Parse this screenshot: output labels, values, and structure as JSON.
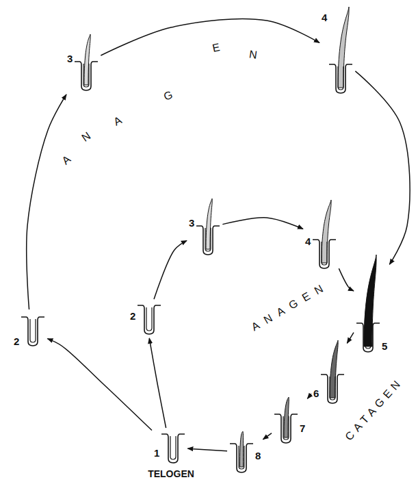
{
  "diagram": {
    "nodes": [
      {
        "text": [
          "3"
        ]
      },
      {
        "text": [
          "4"
        ]
      },
      {
        "text": [
          "3"
        ]
      },
      {
        "text": [
          "4"
        ]
      },
      {
        "text": [
          "2"
        ]
      },
      {
        "text": [
          "2"
        ]
      },
      {
        "text": [
          "5"
        ]
      },
      {
        "text": [
          "6"
        ]
      },
      {
        "text": [
          "7"
        ]
      },
      {
        "text": [
          "8"
        ]
      },
      {
        "text": [
          "1"
        ]
      }
    ],
    "edges": [
      {
        "from": 10,
        "to": 4,
        "arrow": "to"
      },
      {
        "from": 4,
        "to": 0,
        "arrow": "to"
      },
      {
        "from": 0,
        "to": 1,
        "arrow": "to"
      },
      {
        "from": 1,
        "to": 6,
        "arrow": "to"
      },
      {
        "from": 10,
        "to": 5,
        "arrow": "to"
      },
      {
        "from": 5,
        "to": 2,
        "arrow": "to"
      },
      {
        "from": 2,
        "to": 3,
        "arrow": "to"
      },
      {
        "from": 3,
        "to": 6,
        "arrow": "to"
      },
      {
        "from": 6,
        "to": 7,
        "arrow": "to"
      },
      {
        "from": 7,
        "to": 8,
        "arrow": "to"
      },
      {
        "from": 8,
        "to": 9,
        "arrow": "to"
      },
      {
        "from": 9,
        "to": 10,
        "arrow": "to"
      }
    ],
    "labels": [
      "ANAGEN",
      "ANAGEN",
      "CATAGEN",
      "TELOGEN"
    ]
  }
}
